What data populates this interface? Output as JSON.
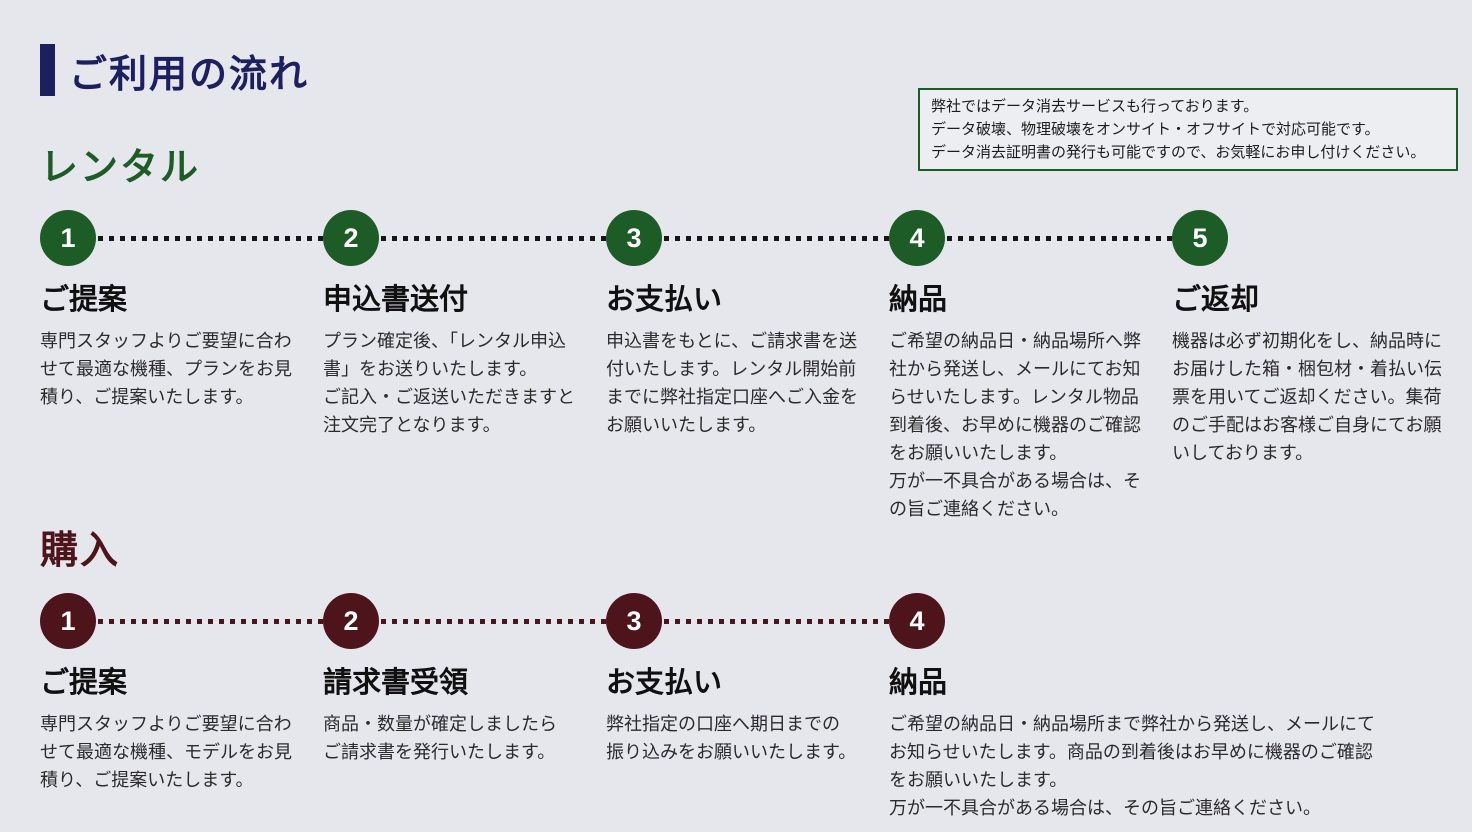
{
  "page": {
    "title": "ご利用の流れ",
    "background_color": "#e6e6ed",
    "title_color": "#1d2060"
  },
  "notice": {
    "text": "弊社ではデータ消去サービスも行っております。\nデータ破壊、物理破壊をオンサイト・オフサイトで対応可能です。\nデータ消去証明書の発行も可能ですので、お気軽にお申し付けください。",
    "border_color": "#1d5c26"
  },
  "rental": {
    "heading": "レンタル",
    "accent_color": "#1d5c26",
    "connector_color": "#161616",
    "steps": [
      {
        "number": "1",
        "title": "ご提案",
        "body": "専門スタッフよりご要望に合わせて最適な機種、プランをお見積り、ご提案いたします。"
      },
      {
        "number": "2",
        "title": "申込書送付",
        "body": "プラン確定後、「レンタル申込書」をお送りいたします。\nご記入・ご返送いただきますと注文完了となります。"
      },
      {
        "number": "3",
        "title": "お支払い",
        "body": "申込書をもとに、ご請求書を送付いたします。レンタル開始前までに弊社指定口座へご入金をお願いいたします。"
      },
      {
        "number": "4",
        "title": "納品",
        "body": "ご希望の納品日・納品場所へ弊社から発送し、メールにてお知らせいたします。レンタル物品到着後、お早めに機器のご確認をお願いいたします。\n万が一不具合がある場合は、その旨ご連絡ください。"
      },
      {
        "number": "5",
        "title": "ご返却",
        "body": "機器は必ず初期化をし、納品時にお届けした箱・梱包材・着払い伝票を用いてご返却ください。集荷のご手配はお客様ご自身にてお願いしております。"
      }
    ]
  },
  "purchase": {
    "heading": "購入",
    "accent_color": "#4e141c",
    "connector_color": "#4e141c",
    "steps": [
      {
        "number": "1",
        "title": "ご提案",
        "body": "専門スタッフよりご要望に合わせて最適な機種、モデルをお見積り、ご提案いたします。"
      },
      {
        "number": "2",
        "title": "請求書受領",
        "body": "商品・数量が確定しましたら\nご請求書を発行いたします。"
      },
      {
        "number": "3",
        "title": "お支払い",
        "body": "弊社指定の口座へ期日までの\n振り込みをお願いいたします。"
      },
      {
        "number": "4",
        "title": "納品",
        "body": "ご希望の納品日・納品場所まで弊社から発送し、メールにてお知らせいたします。商品の到着後はお早めに機器のご確認をお願いいたします。\n万が一不具合がある場合は、その旨ご連絡ください。"
      }
    ]
  }
}
